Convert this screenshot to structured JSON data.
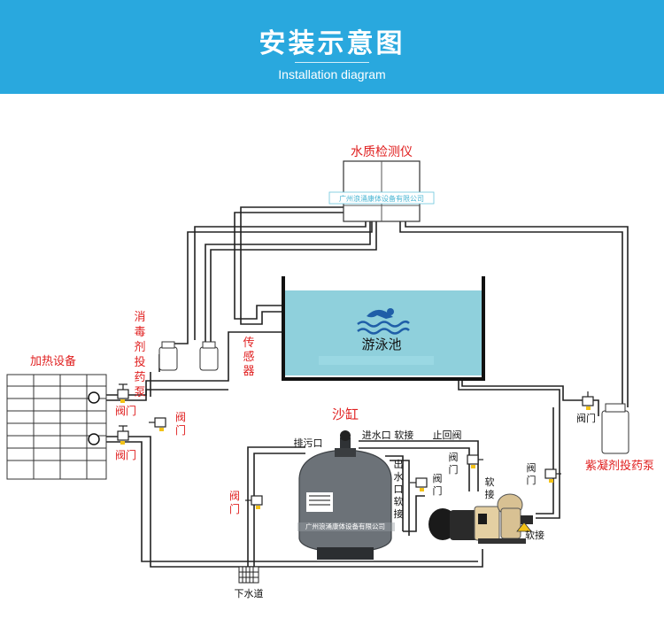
{
  "header": {
    "title": "安装示意图",
    "subtitle": "Installation diagram"
  },
  "colors": {
    "banner": "#29a8de",
    "label_red": "#e02020",
    "pipe": "#222222",
    "pool_water": "#8fd0dc"
  },
  "labels": {
    "water_quality": "水质检测仪",
    "watermark": "广州浪涌康体设备有限公司",
    "pool": "游泳池",
    "heater": "加热设备",
    "dosing_pump_left": [
      "消",
      "毒",
      "剂",
      "投",
      "药",
      "泵"
    ],
    "sensor": [
      "传",
      "感",
      "器"
    ],
    "valve": "阀门",
    "valve_v1": "阀",
    "valve_v2": "门",
    "sand_tank": "沙缸",
    "drain_port": "排污口",
    "inlet_hose": "进水口 软接",
    "check_valve": "止回阀",
    "outlet_hose": [
      "出",
      "水",
      "口",
      "软",
      "接"
    ],
    "hose_v1": "软",
    "hose_v2": "接",
    "hose": "软接",
    "coagulant_pump": "紫凝剂投药泵",
    "sewer": "下水道"
  }
}
